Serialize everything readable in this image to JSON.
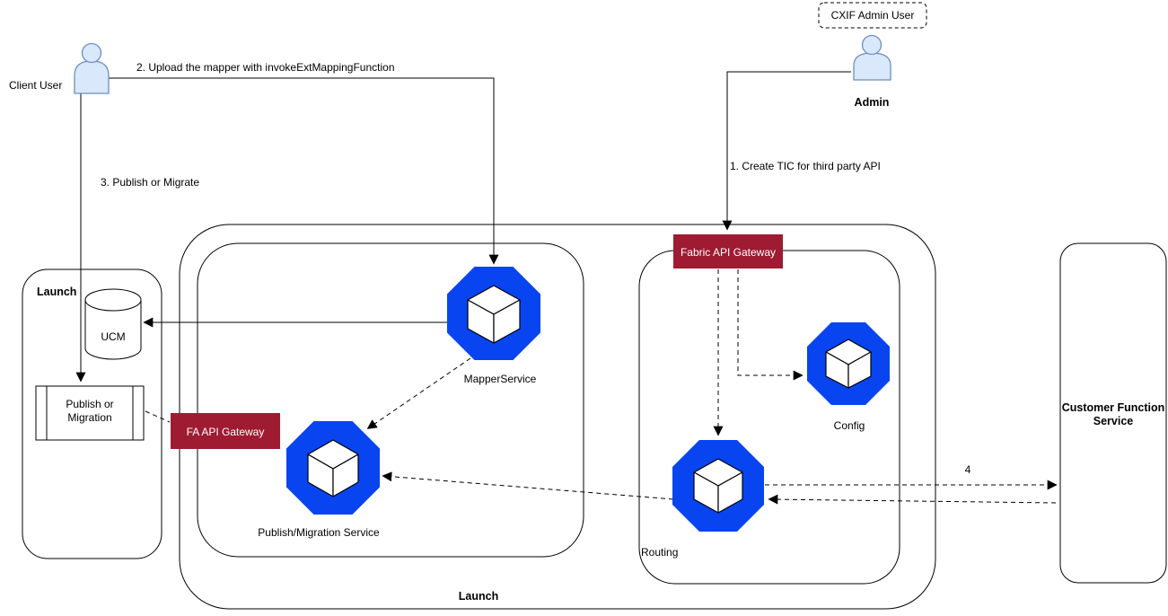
{
  "diagram": {
    "title_note": "Launch mapper / publish architecture diagram",
    "actors": {
      "client": {
        "label": "Client User"
      },
      "admin": {
        "label": "Admin"
      },
      "cxif_admin": {
        "label": "CXIF Admin User"
      }
    },
    "flows": {
      "step1": "1. Create TIC for third party API",
      "step2": "2. Upload the mapper with invokeExtMappingFunction",
      "step3": "3. Publish or Migrate",
      "step4": "4"
    },
    "containers": {
      "launch_left": "Launch",
      "launch_main": "Launch"
    },
    "nodes": {
      "ucm": "UCM",
      "publish_or_migration": {
        "line1": "Publish or",
        "line2": "Migration"
      },
      "fabric_gateway": "Fabric API Gateway",
      "fa_gateway": "FA API Gateway",
      "mapper_service": "MapperService",
      "pm_service": "Publish/Migration Service",
      "config": "Config",
      "routing": "Routing",
      "customer_function": {
        "line1": "Customer Function",
        "line2": "Service"
      }
    },
    "colors": {
      "service_blue": "#0845f0",
      "gateway_red": "#9e1b32",
      "actor_fill": "#dae8fc",
      "actor_stroke": "#6c8ebf",
      "line": "#000000",
      "background": "#ffffff"
    }
  }
}
